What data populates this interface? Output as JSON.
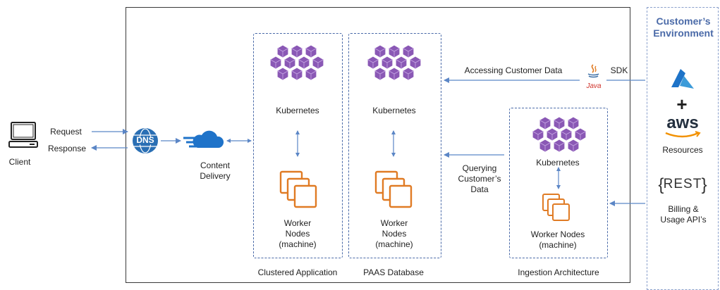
{
  "client": {
    "label": "Client",
    "request": "Request",
    "response": "Response"
  },
  "dns": {
    "icon_text": "DNS"
  },
  "cdn": {
    "line1": "Content",
    "line2": "Delivery"
  },
  "clustered": {
    "kubernetes": "Kubernetes",
    "worker1": "Worker",
    "worker2": "Nodes",
    "worker3": "(machine)",
    "caption": "Clustered Application"
  },
  "paas": {
    "kubernetes": "Kubernetes",
    "worker1": "Worker",
    "worker2": "Nodes",
    "worker3": "(machine)",
    "caption": "PAAS Database"
  },
  "ingestion": {
    "kubernetes": "Kubernetes",
    "worker1": "Worker Nodes",
    "worker2": "(machine)",
    "caption": "Ingestion Architecture"
  },
  "links": {
    "accessing": "Accessing Customer Data",
    "querying1": "Querying",
    "querying2": "Customer’s",
    "querying3": "Data",
    "sdk": "SDK",
    "java": "Java"
  },
  "environment": {
    "title1": "Customer’s",
    "title2": "Environment",
    "plus": "+",
    "aws": "aws",
    "resources": "Resources",
    "rest": "REST",
    "billing1": "Billing &",
    "billing2": "Usage API’s"
  },
  "colors": {
    "kubernetes_purple": "#8a58b5",
    "worker_orange": "#e07b24",
    "arrow_blue": "#5b86c6",
    "dns_blue": "#2a6fb4",
    "azure_blue": "#1e73c8",
    "env_title": "#4a6aa8"
  }
}
